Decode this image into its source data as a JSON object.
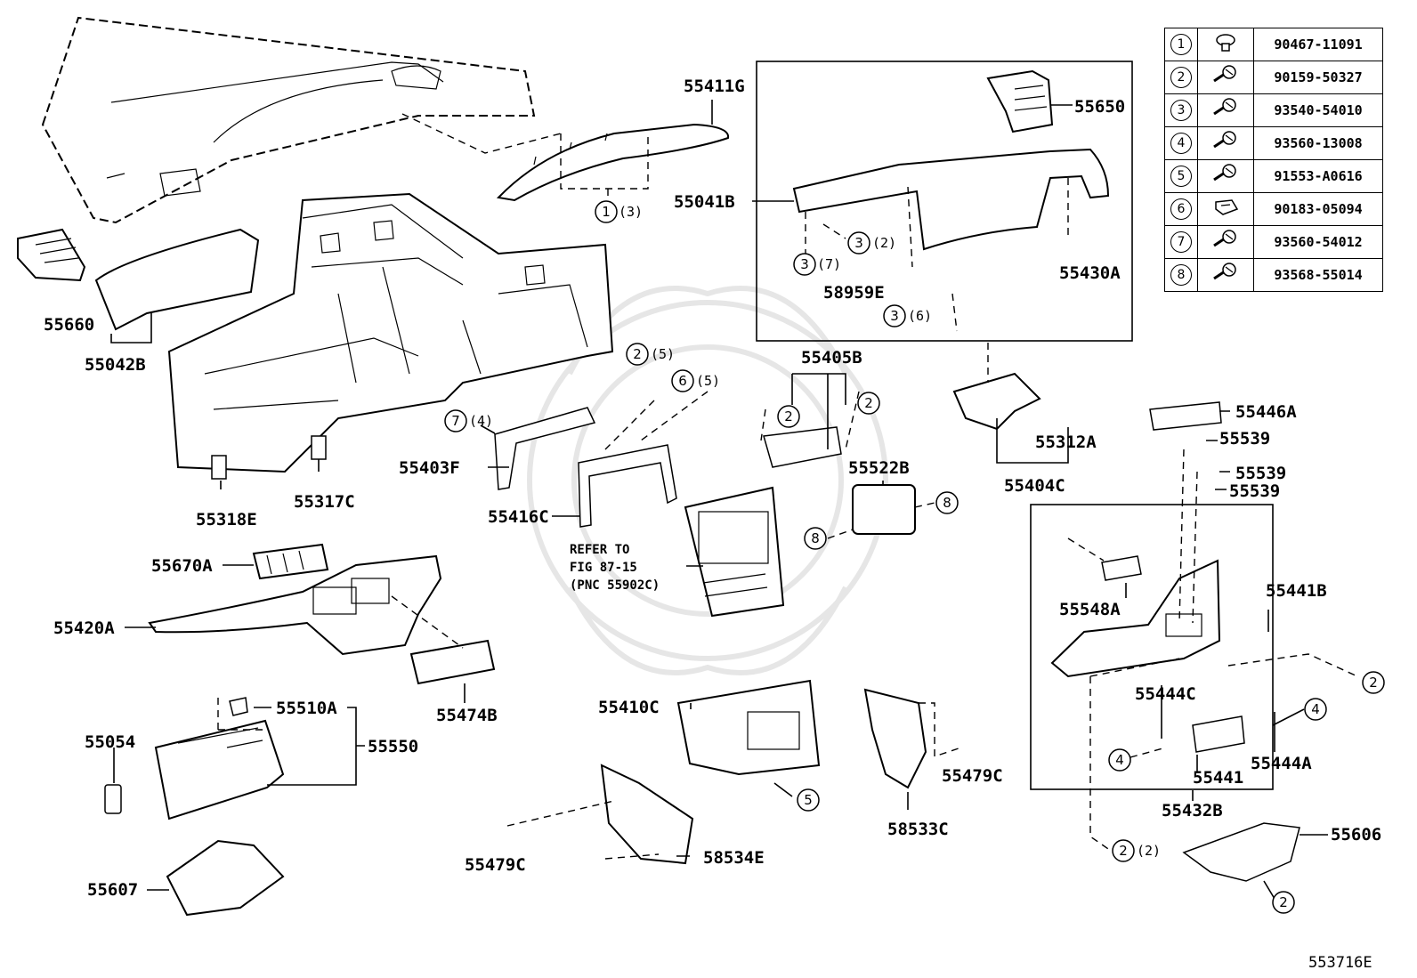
{
  "legend": [
    {
      "num": "1",
      "icon": "clip-icon",
      "part": "90467-11091"
    },
    {
      "num": "2",
      "icon": "screw-icon",
      "part": "90159-50327"
    },
    {
      "num": "3",
      "icon": "screw-icon",
      "part": "93540-54010"
    },
    {
      "num": "4",
      "icon": "screw-icon",
      "part": "93560-13008"
    },
    {
      "num": "5",
      "icon": "screw-icon",
      "part": "91553-A0616"
    },
    {
      "num": "6",
      "icon": "nut-icon",
      "part": "90183-05094"
    },
    {
      "num": "7",
      "icon": "screw-icon",
      "part": "93560-54012"
    },
    {
      "num": "8",
      "icon": "screw-icon",
      "part": "93568-55014"
    }
  ],
  "parts": {
    "p55411G": "55411G",
    "p55650": "55650",
    "p55041B": "55041B",
    "p55430A": "55430A",
    "p58959E": "58959E",
    "p55660": "55660",
    "p55042B": "55042B",
    "p55405B": "55405B",
    "p55446A": "55446A",
    "p55539a": "55539",
    "p55539b": "55539",
    "p55539c": "55539",
    "p55312A": "55312A",
    "p55404C": "55404C",
    "p55403F": "55403F",
    "p55416C": "55416C",
    "p55522B": "55522B",
    "p55318E": "55318E",
    "p55317C": "55317C",
    "p55670A": "55670A",
    "p55420A": "55420A",
    "p55548A": "55548A",
    "p55441B": "55441B",
    "p55474B": "55474B",
    "p55510A": "55510A",
    "p55550": "55550",
    "p55054": "55054",
    "p55410C": "55410C",
    "p55479Ca": "55479C",
    "p55479Cb": "55479C",
    "p58534E": "58534E",
    "p58533C": "58533C",
    "p55444C": "55444C",
    "p55444A": "55444A",
    "p55441": "55441",
    "p55432B": "55432B",
    "p55606": "55606",
    "p55607": "55607"
  },
  "refer": {
    "line1": "REFER TO",
    "line2": "FIG 87-15",
    "line3": "(PNC 55902C)"
  },
  "callouts": {
    "c1": "1",
    "q1": "(3)",
    "c3a": "3",
    "q3a": "(2)",
    "c3b": "3",
    "q3b": "(7)",
    "c3c": "3",
    "q3c": "(6)",
    "c2a": "2",
    "q2a": "(5)",
    "c6": "6",
    "q6": "(5)",
    "c7": "7",
    "q7": "(4)",
    "c2b": "2",
    "c2c": "2",
    "c8a": "8",
    "c8b": "8",
    "c5": "5",
    "c2d": "2",
    "c4a": "4",
    "c4b": "4",
    "c2e": "2",
    "q2e": "(2)",
    "c2f": "2"
  },
  "figure_code": "553716E"
}
